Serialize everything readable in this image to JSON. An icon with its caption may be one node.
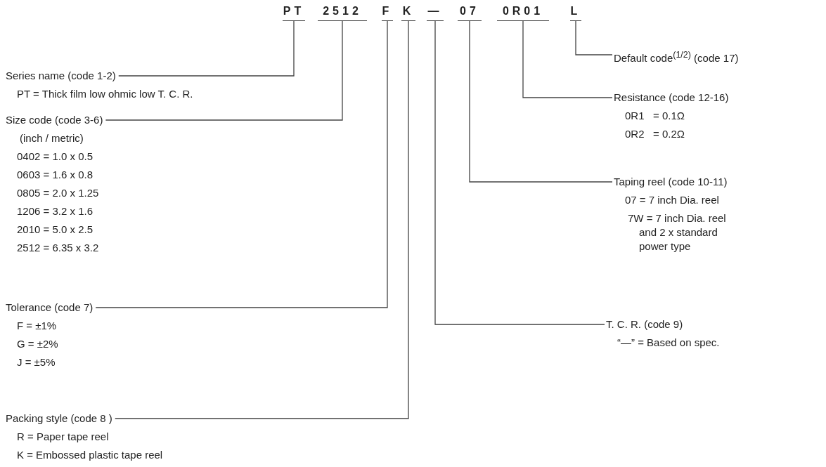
{
  "diagram": {
    "nodes": [
      {
        "text": [
          "PT"
        ]
      },
      {
        "text": [
          "2512"
        ]
      },
      {
        "text": [
          "F"
        ]
      },
      {
        "text": [
          "K"
        ]
      },
      {
        "text": [
          "—"
        ]
      },
      {
        "text": [
          "07"
        ]
      },
      {
        "text": [
          "0R01"
        ]
      },
      {
        "text": [
          "L"
        ]
      },
      {
        "text": [
          "Series name (code 1-2)",
          "PT = Thick film low ohmic low T. C. R."
        ]
      },
      {
        "text": [
          "Size code (code 3-6)",
          "(inch / metric)",
          "0402 = 1.0 x 0.5",
          "0603 = 1.6 x 0.8",
          "0805 = 2.0 x 1.25",
          "1206 = 3.2 x 1.6",
          "2010 = 5.0 x 2.5",
          "2512 = 6.35 x 3.2"
        ]
      },
      {
        "text": [
          "Tolerance (code 7)",
          "F = ±1%",
          "G = ±2%",
          "J = ±5%"
        ]
      },
      {
        "text": [
          "Packing style (code 8 )",
          "R = Paper tape reel",
          "K = Embossed plastic tape reel"
        ]
      },
      {
        "text": [
          "Default code$^{(1/2)}$ (code 17)"
        ]
      },
      {
        "text": [
          "Resistance (code 12-16)",
          "0R1   = 0.1Ω",
          "0R2   = 0.2Ω"
        ]
      },
      {
        "text": [
          "Taping reel (code 10-11)",
          "07 = 7 inch Dia. reel",
          "7W = 7 inch Dia. reel and 2 x standard power type"
        ]
      },
      {
        "text": [
          "T. C. R. (code 9)",
          "“—” = Based on spec."
        ]
      }
    ],
    "edges": [
      {
        "from": 0,
        "to": 8,
        "arrow": "none"
      },
      {
        "from": 1,
        "to": 9,
        "arrow": "none"
      },
      {
        "from": 2,
        "to": 10,
        "arrow": "none"
      },
      {
        "from": 3,
        "to": 11,
        "arrow": "none"
      },
      {
        "from": 4,
        "to": 15,
        "arrow": "none"
      },
      {
        "from": 5,
        "to": 14,
        "arrow": "none"
      },
      {
        "from": 6,
        "to": 13,
        "arrow": "none"
      },
      {
        "from": 7,
        "to": 12,
        "arrow": "none"
      }
    ]
  }
}
